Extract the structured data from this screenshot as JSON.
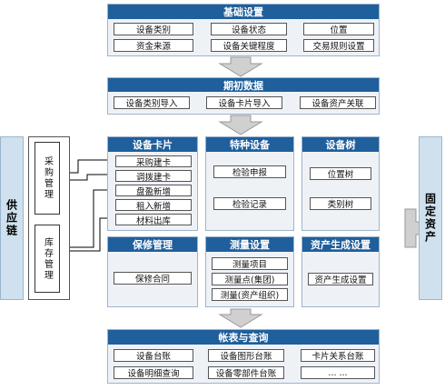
{
  "basic_settings": {
    "title": "基础设置",
    "items": [
      "设备类别",
      "设备状态",
      "位置",
      "资金来源",
      "设备关键程度",
      "交易规则设置"
    ]
  },
  "initial_data": {
    "title": "期初数据",
    "items": [
      "设备类别导入",
      "设备卡片导入",
      "设备资产关联"
    ]
  },
  "supply_chain": {
    "title": "供应链",
    "procurement": "采购管理",
    "inventory": "库存管理"
  },
  "equipment_card": {
    "title": "设备卡片",
    "items": [
      "采购建卡",
      "调拨建卡",
      "盘盈新增",
      "租入新增",
      "材料出库"
    ]
  },
  "special_equipment": {
    "title": "特种设备",
    "items": [
      "检验申报",
      "检验记录"
    ]
  },
  "equipment_tree": {
    "title": "设备树",
    "items": [
      "位置树",
      "类别树"
    ]
  },
  "fixed_assets": {
    "title": "固定资产"
  },
  "warranty": {
    "title": "保修管理",
    "items": [
      "保修合同"
    ]
  },
  "measurement": {
    "title": "测量设置",
    "items": [
      "测量项目",
      "测量点(集团)",
      "测量(资产组织)"
    ]
  },
  "asset_generation": {
    "title": "资产生成设置",
    "items": [
      "资产生成设置"
    ]
  },
  "reports": {
    "title": "帐表与查询",
    "items": [
      "设备台账",
      "设备图形台账",
      "卡片关系台账",
      "设备明细查询",
      "设备零部件台账",
      "... ..."
    ]
  },
  "colors": {
    "header": "#1f5f9c",
    "panel": "#eef2f7",
    "side": "#cfe1ee",
    "arrow": "#d0d0d0"
  }
}
